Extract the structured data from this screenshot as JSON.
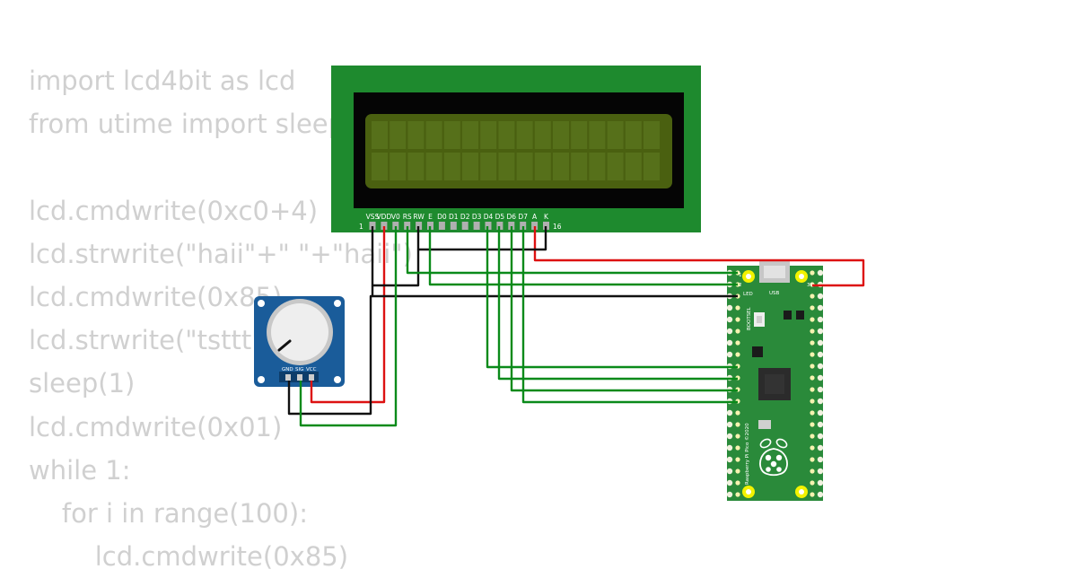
{
  "code": {
    "lines": [
      "import lcd4bit as lcd",
      "from utime import sleep",
      "",
      "lcd.cmdwrite(0xc0+4)",
      "lcd.strwrite(\"haii\"+\" \"+\"haii\")",
      "lcd.cmdwrite(0x85)",
      "lcd.strwrite(\"tsttt\")",
      "sleep(1)",
      "lcd.cmdwrite(0x01)",
      "while 1:",
      "    for i in range(100):",
      "        lcd.cmdwrite(0x85)"
    ]
  },
  "lcd": {
    "pin_labels": [
      "VSS",
      "VDD",
      "V0",
      "RS",
      "RW",
      "E",
      "D0",
      "D1",
      "D2",
      "D3",
      "D4",
      "D5",
      "D6",
      "D7",
      "A",
      "K"
    ],
    "pin_first": "1",
    "pin_last": "16"
  },
  "potentiometer": {
    "pin_labels": [
      "GND",
      "SIG",
      "VCC"
    ]
  },
  "pico": {
    "label": "Raspberry Pi Pico ©2020",
    "bootsel": "BOOTSEL",
    "usb": "USB",
    "led": "LED",
    "pin_1": "1",
    "pin_2": "2",
    "pin_39": "39"
  },
  "colors": {
    "wire_green": "#0a8a1a",
    "wire_red": "#dd1111",
    "wire_black": "#111111",
    "lcd_board": "#1e8a2e",
    "lcd_screen": "#4a6010",
    "pico_board": "#2a8a3a",
    "pot_board": "#1a5c9a"
  }
}
